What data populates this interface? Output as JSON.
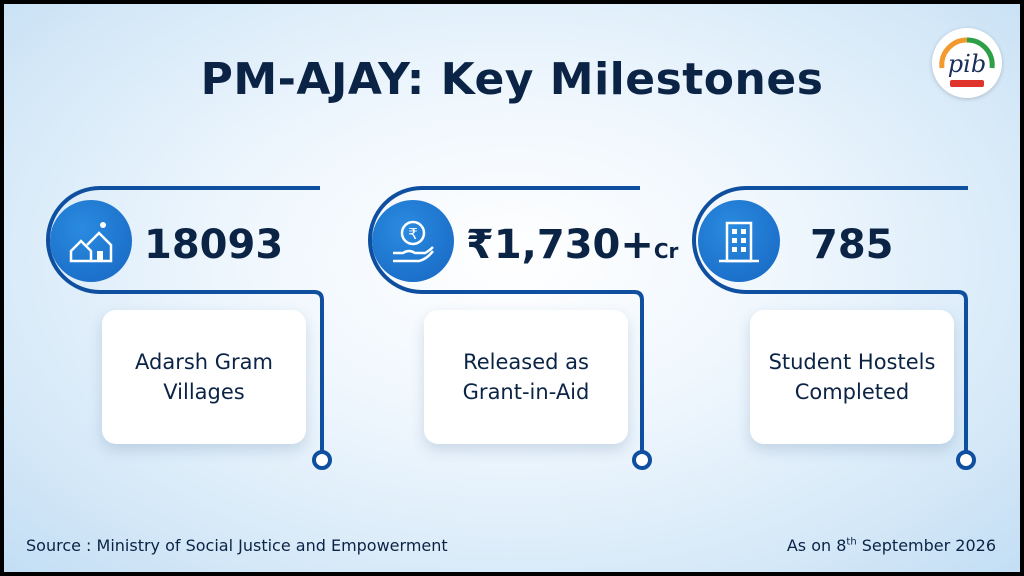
{
  "title": "PM-AJAY: Key Milestones",
  "logo": {
    "text": "pib",
    "icon": "pib-logo"
  },
  "milestones": [
    {
      "value": "18093",
      "unit": "",
      "label": "Adarsh Gram Villages",
      "icon": "village-icon"
    },
    {
      "value": "₹1,730+",
      "unit": "Cr",
      "label": "Released as Grant-in-Aid",
      "icon": "rupee-hand-icon"
    },
    {
      "value": "785",
      "unit": "",
      "label": "Student Hostels Completed",
      "icon": "hostel-building-icon"
    }
  ],
  "footer": {
    "source": "Source : Ministry of Social Justice and Empowerment",
    "date_prefix": "As on 8",
    "date_sup": "th",
    "date_suffix": " September 2026"
  },
  "colors": {
    "navy": "#0b2446",
    "accent_blue": "#1766c2",
    "track": "#0f4fa0"
  }
}
